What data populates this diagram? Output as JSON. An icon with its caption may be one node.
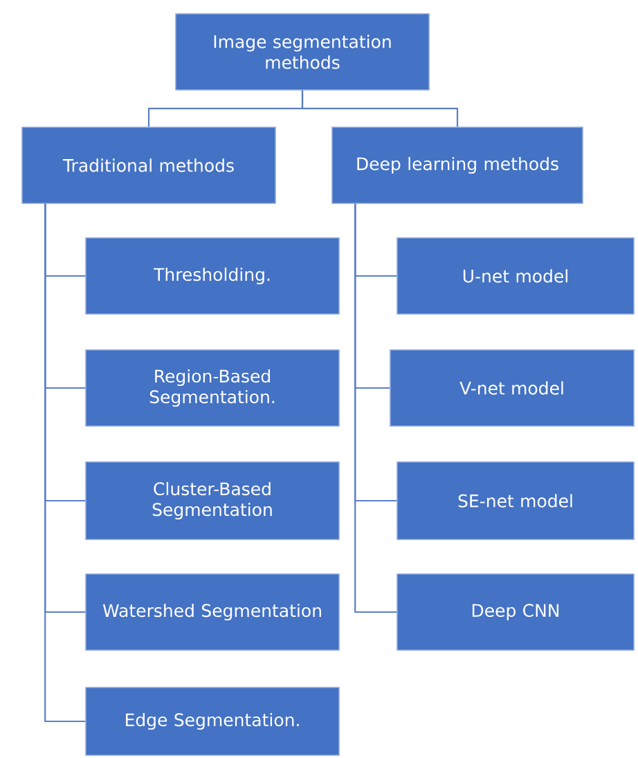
{
  "diagram": {
    "nodes": [
      {
        "text": [
          "Image segmentation methods"
        ]
      },
      {
        "text": [
          "Traditional methods"
        ]
      },
      {
        "text": [
          "Deep learning methods"
        ]
      },
      {
        "text": [
          "Thresholding."
        ]
      },
      {
        "text": [
          "Region-Based Segmentation."
        ]
      },
      {
        "text": [
          "Cluster-Based Segmentation"
        ]
      },
      {
        "text": [
          "Watershed Segmentation"
        ]
      },
      {
        "text": [
          "Edge Segmentation."
        ]
      },
      {
        "text": [
          "U-net model"
        ]
      },
      {
        "text": [
          "V-net model"
        ]
      },
      {
        "text": [
          "SE-net model"
        ]
      },
      {
        "text": [
          "Deep CNN"
        ]
      }
    ],
    "edges": [
      {
        "from": 0,
        "to": 1,
        "arrow": "none"
      },
      {
        "from": 0,
        "to": 2,
        "arrow": "none"
      },
      {
        "from": 1,
        "to": 3,
        "arrow": "none"
      },
      {
        "from": 1,
        "to": 4,
        "arrow": "none"
      },
      {
        "from": 1,
        "to": 5,
        "arrow": "none"
      },
      {
        "from": 1,
        "to": 6,
        "arrow": "none"
      },
      {
        "from": 1,
        "to": 7,
        "arrow": "none"
      },
      {
        "from": 2,
        "to": 8,
        "arrow": "none"
      },
      {
        "from": 2,
        "to": 9,
        "arrow": "none"
      },
      {
        "from": 2,
        "to": 10,
        "arrow": "none"
      },
      {
        "from": 2,
        "to": 11,
        "arrow": "none"
      }
    ]
  }
}
